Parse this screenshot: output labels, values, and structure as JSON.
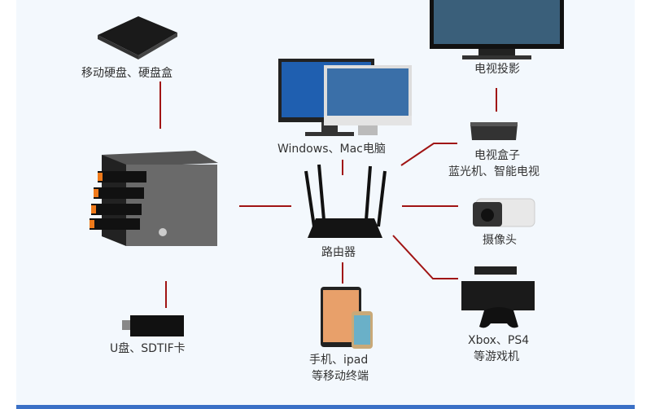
{
  "center": {
    "label": "路由器"
  },
  "devices": [
    {
      "id": "hdd",
      "lines": [
        "移动硬盘、硬盘盒"
      ]
    },
    {
      "id": "usb",
      "lines": [
        "U盘、SDTIF卡"
      ]
    },
    {
      "id": "pc",
      "lines": [
        "Windows、Mac电脑"
      ]
    },
    {
      "id": "tv",
      "lines": [
        "电视投影"
      ]
    },
    {
      "id": "tvbox",
      "lines": [
        "电视盒子",
        "蓝光机、智能电视"
      ]
    },
    {
      "id": "camera",
      "lines": [
        "摄像头"
      ]
    },
    {
      "id": "console",
      "lines": [
        "Xbox、PS4",
        "等游戏机"
      ]
    },
    {
      "id": "mobile",
      "lines": [
        "手机、ipad",
        "等移动终端"
      ]
    }
  ],
  "colors": {
    "connector": "#a01414",
    "panel": "#f3f8fd",
    "accent_bar": "#3a70c6"
  }
}
